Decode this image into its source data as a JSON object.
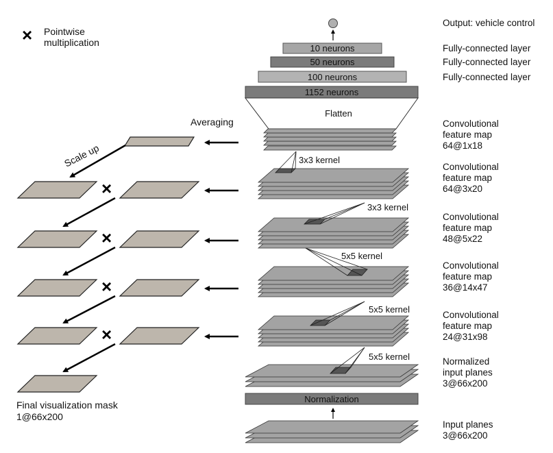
{
  "legend": {
    "symbol": "×",
    "line1": "Pointwise",
    "line2": "multiplication"
  },
  "output_label": "Output: vehicle control",
  "dense_layers": [
    {
      "neurons_label": "10 neurons",
      "side_label": "Fully-connected layer"
    },
    {
      "neurons_label": "50 neurons",
      "side_label": "Fully-connected layer"
    },
    {
      "neurons_label": "100 neurons",
      "side_label": "Fully-connected layer"
    },
    {
      "neurons_label": "1152 neurons",
      "side_label": ""
    }
  ],
  "flatten_label": "Flatten",
  "averaging_label": "Averaging",
  "scale_up_label": "Scale up",
  "conv_layers": [
    {
      "title_line1": "Convolutional",
      "title_line2": "feature map",
      "dims": "64@1x18"
    },
    {
      "title_line1": "Convolutional",
      "title_line2": "feature map",
      "dims": "64@3x20"
    },
    {
      "title_line1": "Convolutional",
      "title_line2": "feature map",
      "dims": "48@5x22"
    },
    {
      "title_line1": "Convolutional",
      "title_line2": "feature map",
      "dims": "36@14x47"
    },
    {
      "title_line1": "Convolutional",
      "title_line2": "feature map",
      "dims": "24@31x98"
    }
  ],
  "kernels": [
    "3x3 kernel",
    "3x3 kernel",
    "5x5 kernel",
    "5x5 kernel",
    "5x5 kernel"
  ],
  "normalized_input": {
    "line1": "Normalized",
    "line2": "input planes",
    "dims": "3@66x200"
  },
  "normalization_label": "Normalization",
  "input_planes": {
    "line1": "Input planes",
    "dims": "3@66x200"
  },
  "final_mask": {
    "line1": "Final visualization mask",
    "dims": "1@66x200"
  },
  "colors": {
    "bar_light": "#a6a6a6",
    "bar_dark": "#7b7b7b",
    "plane_fill": "#a3a3a3",
    "mask_fill": "#bdb6ac",
    "kernel_fill": "#555555",
    "output_node": "#b0b0b0"
  }
}
